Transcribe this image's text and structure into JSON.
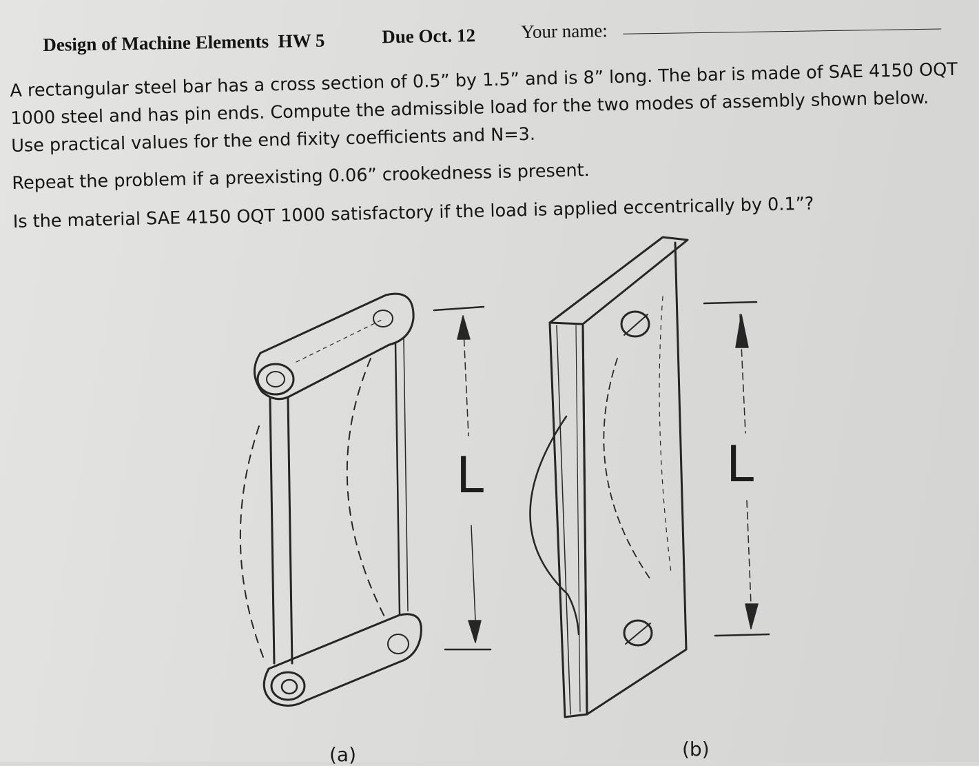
{
  "header": {
    "course_title": "Design of Machine Elements",
    "hw": "HW 5",
    "due": "Due Oct. 12",
    "name_label": "Your name:"
  },
  "problem": {
    "line1": "A rectangular steel bar has a cross section of 0.5” by 1.5” and is 8” long. The bar is made of SAE 4150 OQT",
    "line2": "1000 steel and has pin ends. Compute the admissible load for the two modes of assembly shown below.",
    "line3": "Use practical values for the end fixity coefficients and N=3.",
    "repeat": "Repeat the problem if a preexisting 0.06” crookedness is present.",
    "question": "Is the material SAE 4150 OQT 1000 satisfactory if the load is applied eccentrically by 0.1”?"
  },
  "figures": {
    "a_label": "(a)",
    "b_label": "(b)",
    "length_symbol": "L"
  }
}
